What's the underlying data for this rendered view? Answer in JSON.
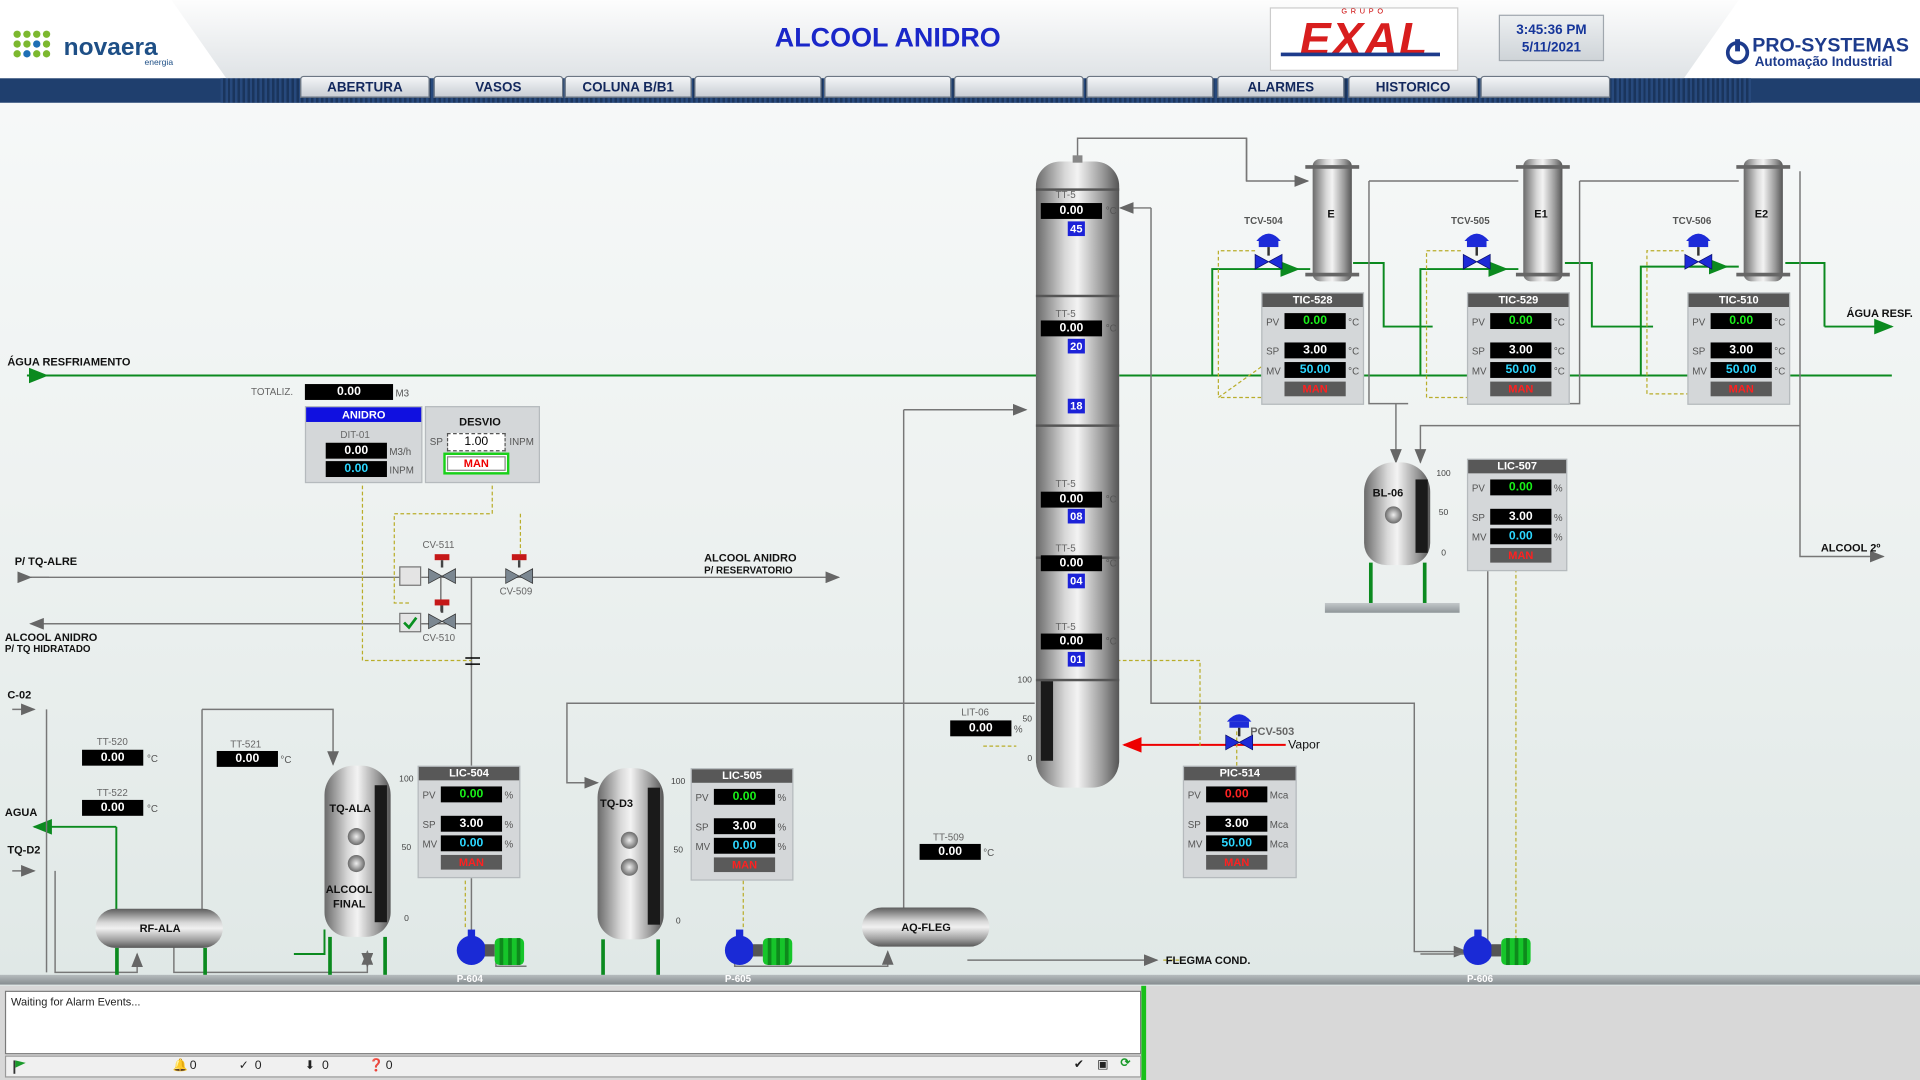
{
  "header": {
    "brand_left": "novaera",
    "brand_left_sub": "energia",
    "title": "ALCOOL ANIDRO",
    "brand_center_top": "GRUPO",
    "brand_center": "EXAL",
    "clock_time": "3:45:36 PM",
    "clock_date": "5/11/2021",
    "brand_right": "PRO-SYSTEMAS",
    "brand_right_sub": "Automação Industrial",
    "tabs": [
      "ABERTURA",
      "VASOS",
      "COLUNA B/B1",
      "",
      "",
      "",
      "",
      "ALARMES",
      "HISTORICO",
      ""
    ]
  },
  "lines": {
    "agua_resfriamento": "ÁGUA RESFRIAMENTO",
    "p_tq_alre": "P/ TQ-ALRE",
    "alcool_anidro": "ALCOOL ANIDRO",
    "p_tq_hidratado": "P/ TQ HIDRATADO",
    "alcool_anidro_res": "ALCOOL ANIDRO",
    "p_reservatorio": "P/ RESERVATORIO",
    "c02": "C-02",
    "agua": "AGUA",
    "tq_d2": "TQ-D2",
    "flegma_cond": "FLEGMA COND.",
    "vapor": "Vapor",
    "agua_resf": "ÁGUA RESF.",
    "alcool_2": "ALCOOL 2º"
  },
  "totaliz": {
    "label": "TOTALIZ.",
    "value": "0.00",
    "unit": "M3"
  },
  "anidro": {
    "title": "ANIDRO",
    "tag": "DIT-01",
    "v1": "0.00",
    "u1": "M3/h",
    "v2": "0.00",
    "u2": "INPM"
  },
  "desvio": {
    "title": "DESVIO",
    "sp_label": "SP",
    "sp": "1.00",
    "unit": "INPM",
    "mode": "MAN"
  },
  "valves": {
    "cv511": "CV-511",
    "cv509": "CV-509",
    "cv510": "CV-510",
    "tcv504": "TCV-504",
    "tcv505": "TCV-505",
    "tcv506": "TCV-506",
    "pcv503": "PCV-503"
  },
  "column": {
    "temps": [
      {
        "tag": "TT-5",
        "value": "0.00",
        "tray": "45"
      },
      {
        "tag": "TT-5",
        "value": "0.00",
        "tray": "20"
      },
      {
        "tag": "",
        "value": "",
        "tray": "18"
      },
      {
        "tag": "TT-5",
        "value": "0.00",
        "tray": "08"
      },
      {
        "tag": "TT-5",
        "value": "0.00",
        "tray": "04"
      },
      {
        "tag": "TT-5",
        "value": "0.00",
        "tray": "01"
      }
    ],
    "unit": "°C",
    "level_scale": [
      "100",
      "50",
      "0"
    ]
  },
  "lit06": {
    "tag": "LIT-06",
    "value": "0.00",
    "unit": "%"
  },
  "condensers": [
    {
      "name": "E",
      "tic": "TIC-528",
      "pv": "0.00",
      "sp": "3.00",
      "mv": "50.00",
      "mode": "MAN"
    },
    {
      "name": "E1",
      "tic": "TIC-529",
      "pv": "0.00",
      "sp": "3.00",
      "mv": "50.00",
      "mode": "MAN"
    },
    {
      "name": "E2",
      "tic": "TIC-510",
      "pv": "0.00",
      "sp": "3.00",
      "mv": "50.00",
      "mode": "MAN"
    }
  ],
  "panel_labels": {
    "pv": "PV",
    "sp": "SP",
    "mv": "MV",
    "degc": "°C",
    "pct": "%",
    "mca": "Mca"
  },
  "bl06": {
    "name": "BL-06",
    "lic": "LIC-507",
    "pv": "0.00",
    "sp": "3.00",
    "mv": "0.00",
    "mode": "MAN"
  },
  "pic514": {
    "tag": "PIC-514",
    "pv": "0.00",
    "sp": "3.00",
    "mv": "50.00",
    "mode": "MAN"
  },
  "tq_ala": {
    "name": "TQ-ALA",
    "sub1": "ALCOOL",
    "sub2": "FINAL",
    "lic": "LIC-504",
    "pv": "0.00",
    "sp": "3.00",
    "mv": "0.00",
    "mode": "MAN"
  },
  "tq_d3": {
    "name": "TQ-D3",
    "lic": "LIC-505",
    "pv": "0.00",
    "sp": "3.00",
    "mv": "0.00",
    "mode": "MAN"
  },
  "scale": [
    "100",
    "50",
    "0"
  ],
  "left_temps": [
    {
      "tag": "TT-520",
      "value": "0.00"
    },
    {
      "tag": "TT-521",
      "value": "0.00"
    },
    {
      "tag": "TT-522",
      "value": "0.00"
    }
  ],
  "tt509": {
    "tag": "TT-509",
    "value": "0.00",
    "unit": "°C"
  },
  "vessels": {
    "rf_ala": "RF-ALA",
    "aq_fleg": "AQ-FLEG"
  },
  "pumps": {
    "p604": "P-604",
    "p605": "P-605",
    "p606": "P-606"
  },
  "alarm": {
    "message": "Waiting for Alarm Events...",
    "c1": "0",
    "c2": "0",
    "c3": "0",
    "c4": "0"
  }
}
